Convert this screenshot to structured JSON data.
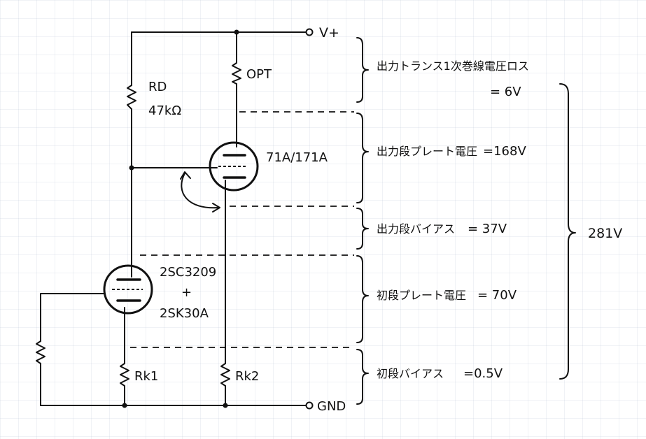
{
  "terminals": {
    "vplus": "V+",
    "gnd": "GND"
  },
  "components": {
    "rd_name": "RD",
    "rd_value": "47kΩ",
    "opt": "OPT",
    "output_tube": "71A/171A",
    "input_device_1": "2SC3209",
    "input_device_plus": "+",
    "input_device_2": "2SK30A",
    "rk1": "Rk1",
    "rk2": "Rk2"
  },
  "voltage_breakdown": [
    {
      "label": "出力トランス1次巻線電圧ロス",
      "value": "= 6V"
    },
    {
      "label": "出力段プレート電圧",
      "value": "=168V"
    },
    {
      "label": "出力段バイアス",
      "value": "= 37V"
    },
    {
      "label": "初段プレート電圧",
      "value": "= 70V"
    },
    {
      "label": "初段バイアス",
      "value": "=0.5V"
    }
  ],
  "total": "281V"
}
